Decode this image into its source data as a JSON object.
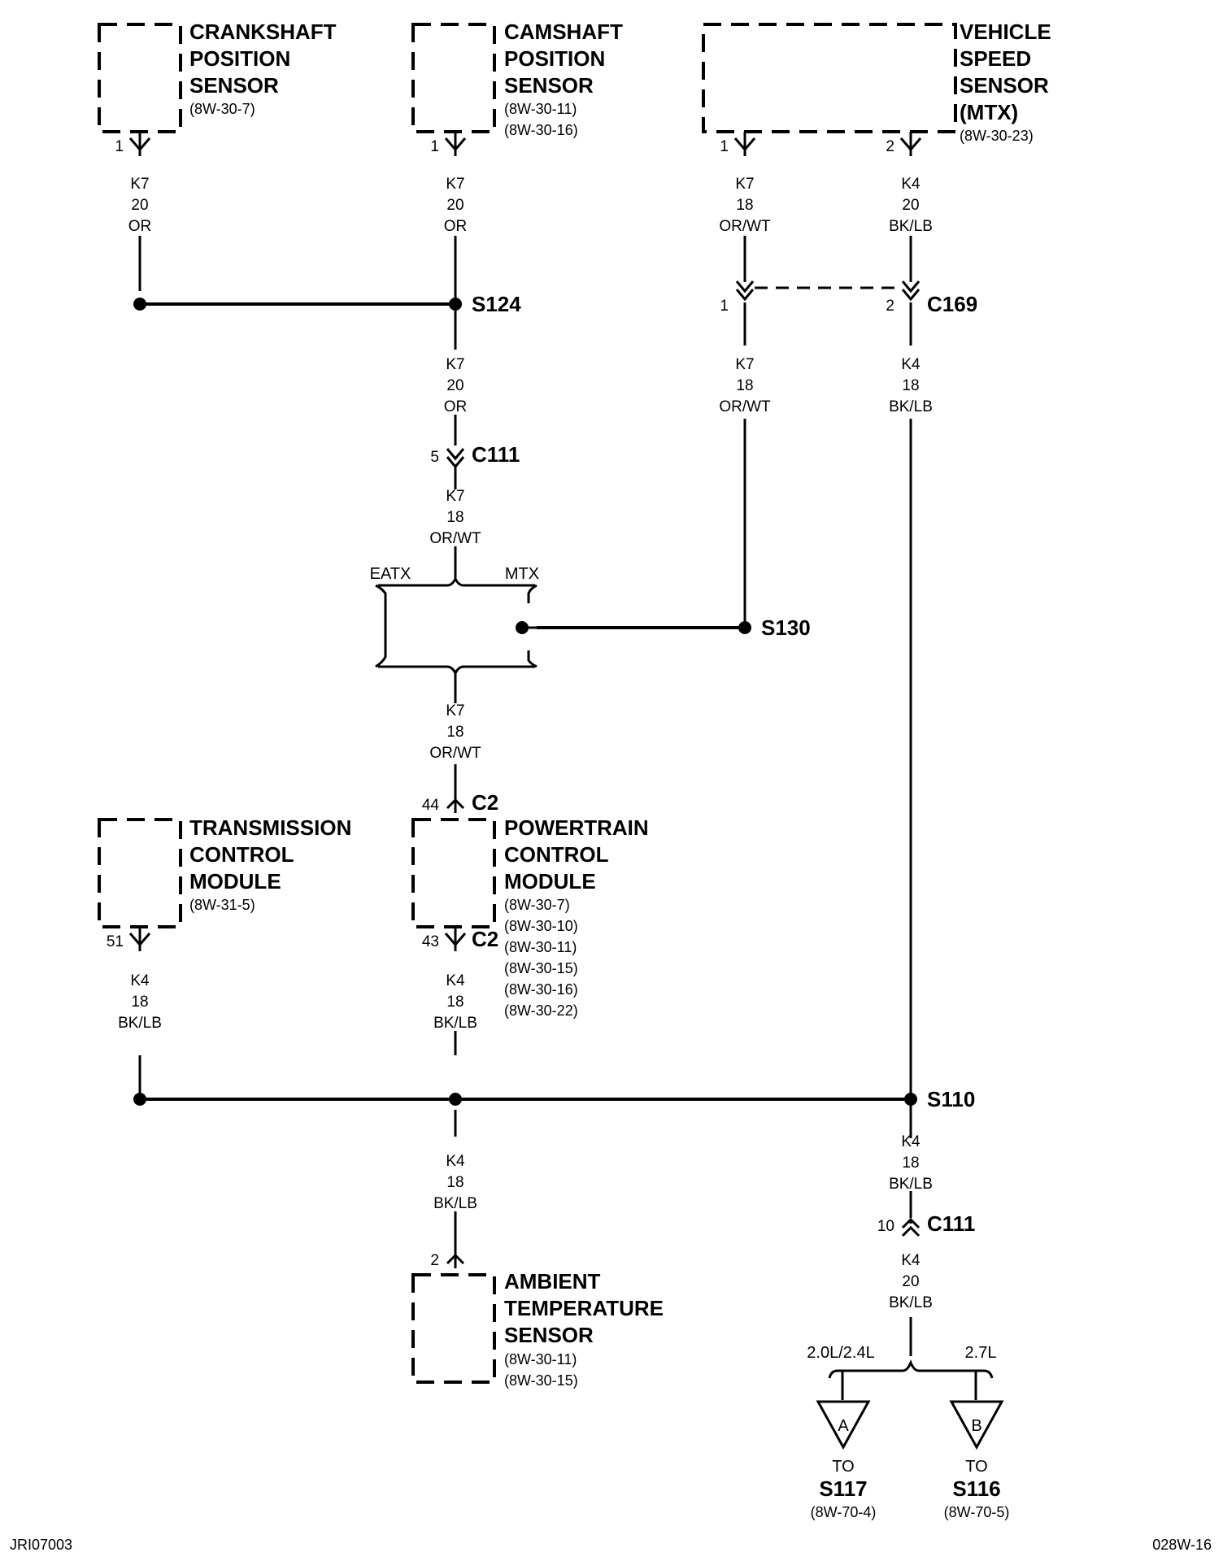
{
  "components": {
    "crankshaft": {
      "lines": [
        "CRANKSHAFT",
        "POSITION",
        "SENSOR"
      ],
      "refs": [
        "(8W-30-7)"
      ]
    },
    "camshaft": {
      "lines": [
        "CAMSHAFT",
        "POSITION",
        "SENSOR"
      ],
      "refs": [
        "(8W-30-11)",
        "(8W-30-16)"
      ]
    },
    "vss": {
      "lines": [
        "VEHICLE",
        "SPEED",
        "SENSOR",
        "(MTX)"
      ],
      "refs": [
        "(8W-30-23)"
      ]
    },
    "tcm": {
      "lines": [
        "TRANSMISSION",
        "CONTROL",
        "MODULE"
      ],
      "refs": [
        "(8W-31-5)"
      ]
    },
    "pcm": {
      "lines": [
        "POWERTRAIN",
        "CONTROL",
        "MODULE"
      ],
      "refs": [
        "(8W-30-7)",
        "(8W-30-10)",
        "(8W-30-11)",
        "(8W-30-15)",
        "(8W-30-16)",
        "(8W-30-22)"
      ]
    },
    "ambient": {
      "lines": [
        "AMBIENT",
        "TEMPERATURE",
        "SENSOR"
      ],
      "refs": [
        "(8W-30-11)",
        "(8W-30-15)"
      ]
    }
  },
  "pins": {
    "crank": "1",
    "cam": "1",
    "vss1": "1",
    "vss2": "2",
    "c169_1": "1",
    "c169_2": "2",
    "c111_k7": "5",
    "pcm_c2_top": "44",
    "pcm_c2_bot": "43",
    "tcm": "51",
    "ambient": "2",
    "c111_k4": "10"
  },
  "wires": {
    "w1": [
      "K7",
      "20",
      "OR"
    ],
    "w2": [
      "K7",
      "20",
      "OR"
    ],
    "w3": [
      "K7",
      "18",
      "OR/WT"
    ],
    "w4": [
      "K4",
      "20",
      "BK/LB"
    ],
    "w5": [
      "K7",
      "20",
      "OR"
    ],
    "w6": [
      "K7",
      "18",
      "OR/WT"
    ],
    "w7": [
      "K4",
      "18",
      "BK/LB"
    ],
    "w8": [
      "K7",
      "18",
      "OR/WT"
    ],
    "w9": [
      "K7",
      "18",
      "OR/WT"
    ],
    "w10": [
      "K4",
      "18",
      "BK/LB"
    ],
    "w11": [
      "K4",
      "18",
      "BK/LB"
    ],
    "w12": [
      "K4",
      "18",
      "BK/LB"
    ],
    "w13": [
      "K4",
      "18",
      "BK/LB"
    ],
    "w14": [
      "K4",
      "20",
      "BK/LB"
    ]
  },
  "nodes": {
    "s124": "S124",
    "c169": "C169",
    "c111_a": "C111",
    "s130": "S130",
    "c2_top": "C2",
    "c2_bot": "C2",
    "s110": "S110",
    "c111_b": "C111"
  },
  "options": {
    "eatx": "EATX",
    "mtx": "MTX",
    "left_engine": "2.0L/2.4L",
    "right_engine": "2.7L"
  },
  "references": {
    "a": {
      "letter": "A",
      "to": "TO",
      "target": "S117",
      "ref": "(8W-70-4)"
    },
    "b": {
      "letter": "B",
      "to": "TO",
      "target": "S116",
      "ref": "(8W-70-5)"
    }
  },
  "footer": {
    "left": "JRI07003",
    "right": "028W-16"
  }
}
